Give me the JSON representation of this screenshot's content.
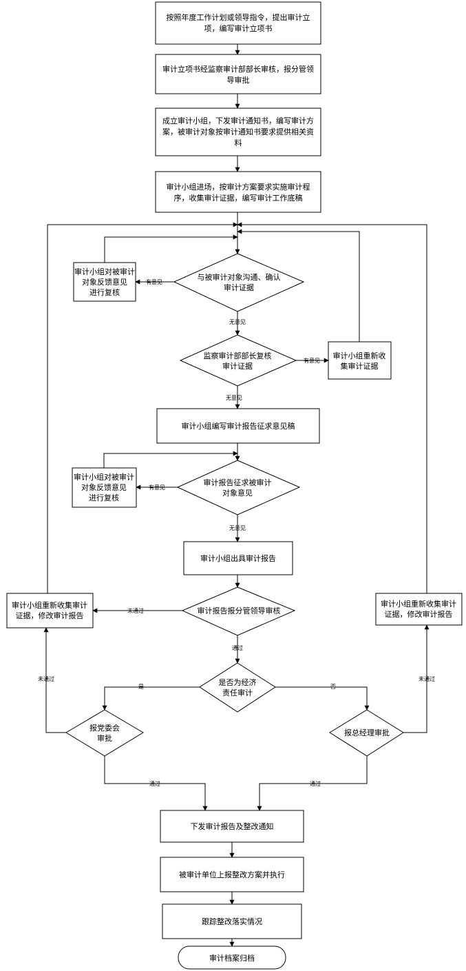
{
  "nodes": {
    "n1": [
      "按照年度工作计划或领导指令，提出审计立",
      "项，编写审计立项书"
    ],
    "n2": [
      "审计立项书经监察审计部部长审核，报分管领",
      "导审批"
    ],
    "n3": [
      "成立审计小组，下发审计通知书，编写审计方",
      "案，被审计对象按审计通知书要求提供相关资",
      "料"
    ],
    "n4": [
      "审计小组进场，按审计方案要求实施审计程",
      "序，收集审计证据，编写审计工作底稿"
    ],
    "d1": [
      "与被审计对象沟通、确认",
      "审计证据"
    ],
    "r1": [
      "审计小组对被审计",
      "对象反馈意见",
      "进行复核"
    ],
    "d2": [
      "监察审计部部长复核",
      "审计证据"
    ],
    "r2": [
      "审计小组重新收",
      "集审计证据"
    ],
    "n5": [
      "审计小组编写审计报告征求意见稿"
    ],
    "d3": [
      "审计报告征求被审计",
      "对象意见"
    ],
    "r3": [
      "审计小组对被审计",
      "对象反馈意见",
      "进行复核"
    ],
    "n6": [
      "审计小组出具审计报告"
    ],
    "d4": [
      "审计报告报分管领导审核"
    ],
    "r4": [
      "审计小组重新收集审计",
      "证据，修改审计报告"
    ],
    "r5": [
      "审计小组重新收集审计",
      "证据，修改审计报告"
    ],
    "d5": [
      "是否为经济",
      "责任审计"
    ],
    "d6": [
      "报党委会",
      "审批"
    ],
    "d7": [
      "报总经理审批"
    ],
    "n7": [
      "下发审计报告及整改通知"
    ],
    "n8": [
      "被审计单位上报整改方案并执行"
    ],
    "n9": [
      "跟踪整改落实情况"
    ],
    "end": [
      "审计档案归档"
    ]
  },
  "edge_labels": {
    "has_opinion": "有意见",
    "no_opinion": "无意见",
    "not_passed": "未通过",
    "passed": "通过",
    "yes": "是",
    "no": "否"
  }
}
